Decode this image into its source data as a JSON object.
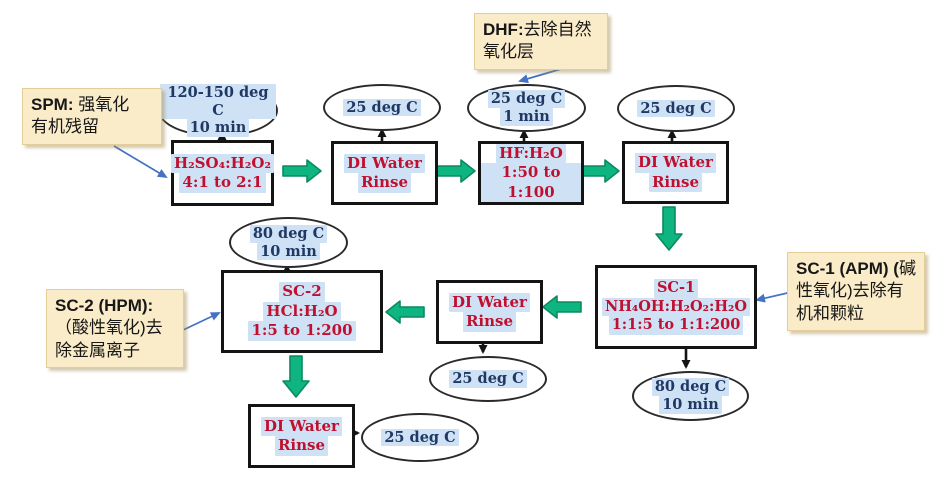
{
  "colors": {
    "box_text": "#C01030",
    "ellipse_text": "#1F3864",
    "text_highlight": "#CFE2F5",
    "green_arrow_fill": "#0FB580",
    "green_arrow_edge": "#0B8A5F",
    "blue_arrow": "#4472C4",
    "callout_bg": "#FAECC9",
    "box_border": "#141414"
  },
  "boxes": {
    "spm_clean": {
      "line1": "H₂SO₄:H₂O₂",
      "line2": "4:1 to 2:1"
    },
    "rinse1": {
      "line1": "DI Water",
      "line2": "Rinse"
    },
    "dhf_clean": {
      "line1": "HF:H₂O",
      "line2": "1:50 to 1:100"
    },
    "rinse2": {
      "line1": "DI Water",
      "line2": "Rinse"
    },
    "sc1": {
      "line1": "SC-1",
      "line2": "NH₄OH:H₂O₂:H₂O",
      "line3": "1:1:5 to 1:1:200"
    },
    "rinse3": {
      "line1": "DI Water",
      "line2": "Rinse"
    },
    "sc2": {
      "line1": "SC-2",
      "line2": "HCl:H₂O",
      "line3": "1:5 to 1:200"
    },
    "rinse4": {
      "line1": "DI Water",
      "line2": "Rinse"
    }
  },
  "ellipses": {
    "e_spm": {
      "line1": "120-150 deg C",
      "line2": "10 min"
    },
    "e_rinse1": {
      "line1": "25 deg C"
    },
    "e_dhf": {
      "line1": "25 deg C",
      "line2": "1 min"
    },
    "e_rinse2": {
      "line1": "25 deg C"
    },
    "e_sc1": {
      "line1": "80 deg C",
      "line2": "10 min"
    },
    "e_rinse3": {
      "line1": "25 deg C"
    },
    "e_sc2": {
      "line1": "80 deg C",
      "line2": "10 min"
    },
    "e_rinse4": {
      "line1": "25 deg C"
    }
  },
  "callouts": {
    "spm": {
      "bold": "SPM:",
      "rest": " 强氧化",
      "line2": "有机残留"
    },
    "dhf": {
      "bold": "DHF:",
      "rest": "去除自然",
      "line2": "氧化层"
    },
    "sc1": {
      "bold": "SC-1 (APM) (",
      "rest": "碱",
      "line2": "性氧化)去除有",
      "line3": "机和颗粒"
    },
    "sc2": {
      "bold": "SC-2 (HPM):",
      "rest": "",
      "line2": "（酸性氧化)去",
      "line3": "除金属离子"
    }
  }
}
